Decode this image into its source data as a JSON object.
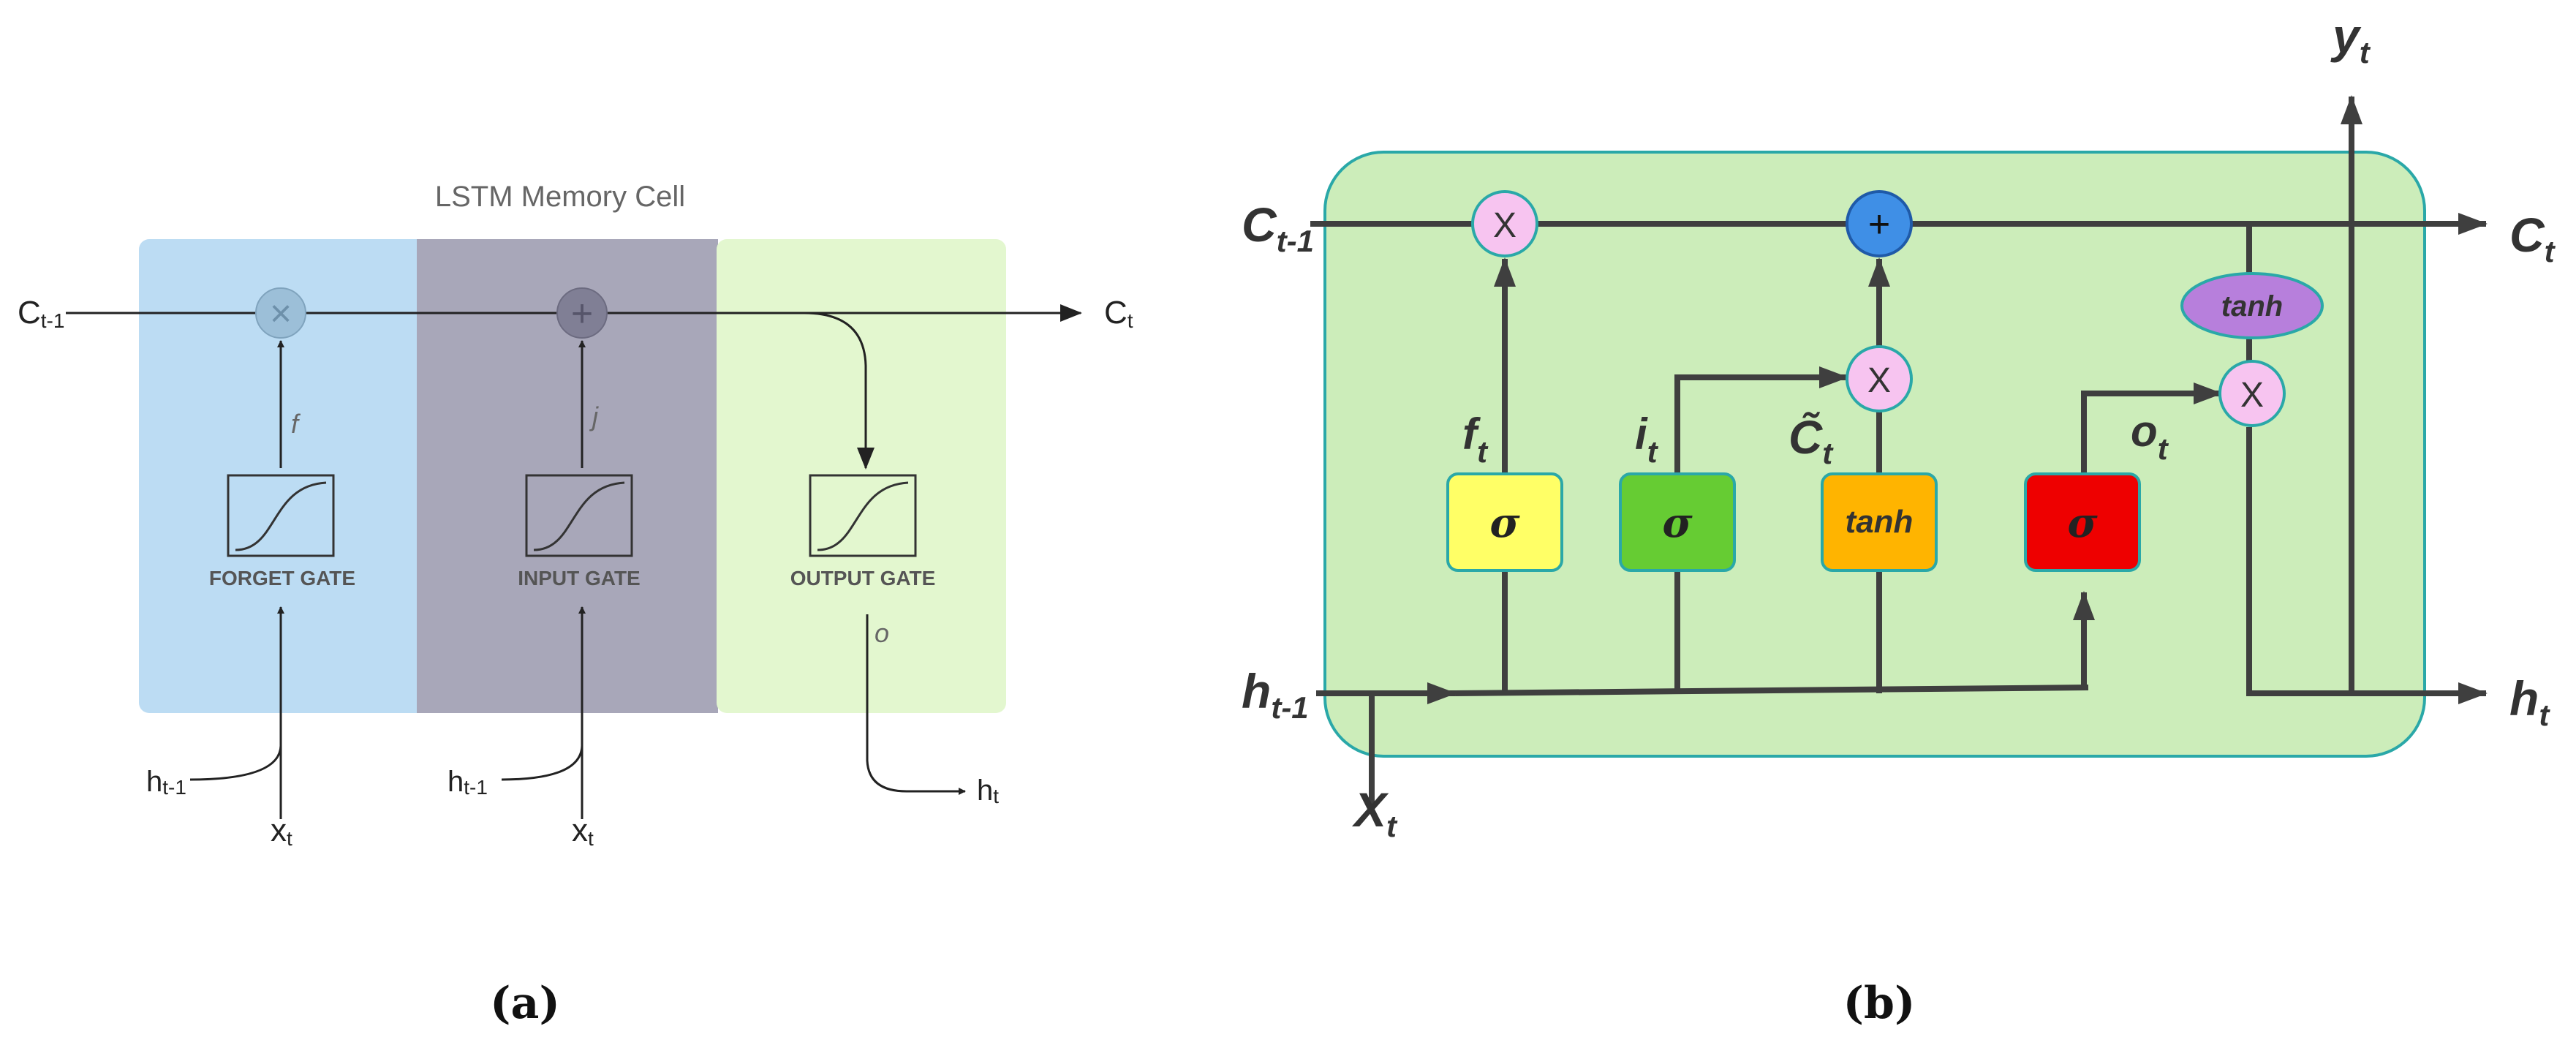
{
  "panel_a": {
    "title": "LSTM Memory Cell",
    "caption": "(a)",
    "cell_in": {
      "base": "C",
      "sub": "t-1"
    },
    "cell_out": {
      "base": "C",
      "sub": "t"
    },
    "gates": [
      {
        "label": "FORGET GATE",
        "signal": "f",
        "color": "#bcdcf3"
      },
      {
        "label": "INPUT GATE",
        "signal": "j",
        "color": "#a8a7b9"
      },
      {
        "label": "OUTPUT GATE",
        "signal": "o",
        "color": "#e3f7cf"
      }
    ],
    "multiply_symbol": "×",
    "add_symbol": "+",
    "h_in": {
      "base": "h",
      "sub": "t-1"
    },
    "x_in": {
      "base": "x",
      "sub": "t"
    },
    "h_out": {
      "base": "h",
      "sub": "t"
    }
  },
  "panel_b": {
    "caption": "(b)",
    "body_color": "#ccedba",
    "c_in": {
      "base": "C",
      "sub": "t-1"
    },
    "c_out": {
      "base": "C",
      "sub": "t"
    },
    "h_in": {
      "base": "h",
      "sub": "t-1"
    },
    "h_out": {
      "base": "h",
      "sub": "t"
    },
    "x_in": {
      "base": "X",
      "sub": "t"
    },
    "y_out": {
      "base": "y",
      "sub": "t"
    },
    "multiply_symbol": "X",
    "add_symbol": "+",
    "tanh_label": "tanh",
    "sigma_symbol": "σ",
    "signals": [
      {
        "base": "f",
        "sub": "t"
      },
      {
        "base": "i",
        "sub": "t"
      },
      {
        "base": "C̃",
        "sub": "t"
      },
      {
        "base": "o",
        "sub": "t"
      }
    ],
    "boxes": [
      {
        "label": "σ",
        "color": "#ffff66"
      },
      {
        "label": "σ",
        "color": "#66cc33"
      },
      {
        "label": "tanh",
        "color": "#ffb400"
      },
      {
        "label": "σ",
        "color": "#ee0000"
      }
    ]
  }
}
